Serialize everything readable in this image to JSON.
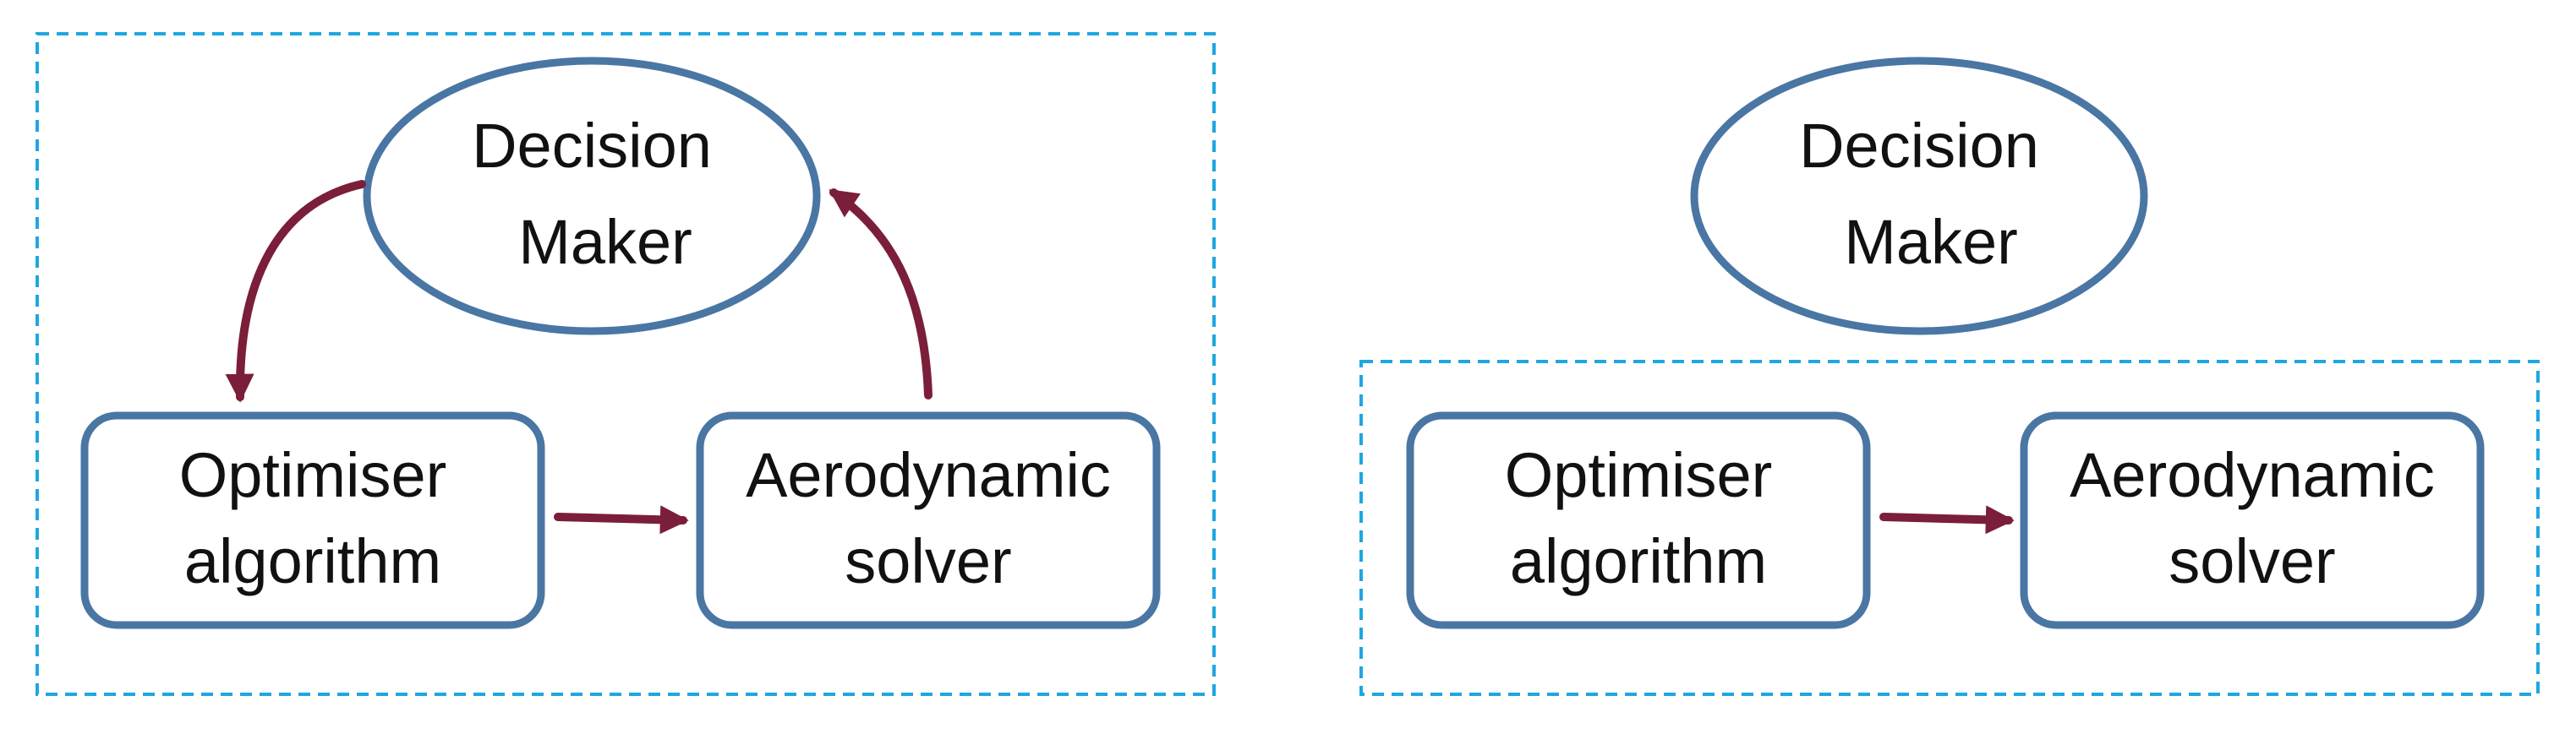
{
  "colors": {
    "frame_border": "#1ea7e1",
    "node_border": "#4a76a4",
    "arrow": "#7b1e3a",
    "text": "#111111"
  },
  "panels": [
    {
      "decision_maker": {
        "line1": "Decision",
        "line2": "Maker"
      },
      "optimiser": {
        "line1": "Optimiser",
        "line2": "algorithm"
      },
      "solver": {
        "line1": "Aerodynamic",
        "line2": "solver"
      }
    },
    {
      "decision_maker": {
        "line1": "Decision",
        "line2": "Maker"
      },
      "optimiser": {
        "line1": "Optimiser",
        "line2": "algorithm"
      },
      "solver": {
        "line1": "Aerodynamic",
        "line2": "solver"
      }
    }
  ]
}
